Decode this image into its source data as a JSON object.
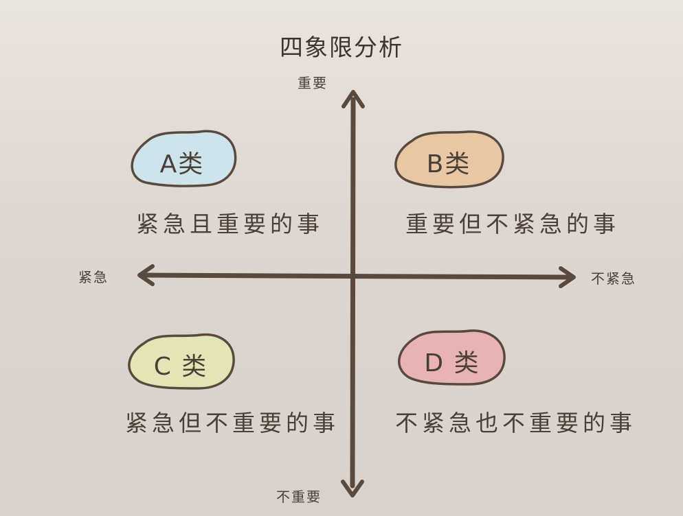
{
  "title": "四象限分析",
  "axes": {
    "top": "重要",
    "bottom": "不重要",
    "left": "紧急",
    "right": "不紧急"
  },
  "quadrants": [
    {
      "id": "A",
      "label": "A类",
      "description": "紧急且重要的事",
      "color": "#cde4ec"
    },
    {
      "id": "B",
      "label": "B类",
      "description": "重要但不紧急的事",
      "color": "#e8c7a4"
    },
    {
      "id": "C",
      "label": "C 类",
      "description": "紧急但不重要的事",
      "color": "#e4e5b6"
    },
    {
      "id": "D",
      "label": "D 类",
      "description": "不紧急也不重要的事",
      "color": "#e8b3b4"
    }
  ],
  "colors": {
    "axis": "#5a4a3e",
    "outline": "#5a4a3e",
    "background": "#ddd6d1"
  }
}
